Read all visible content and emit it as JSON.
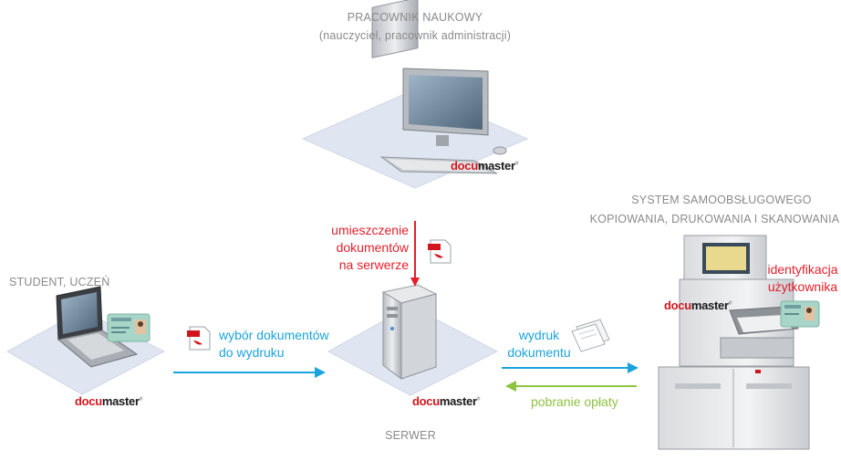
{
  "colors": {
    "red": "#e41f2b",
    "blue": "#1aa3dc",
    "green": "#8cc33f",
    "caption": "#8a8a8a",
    "platform": "#dfe6f1"
  },
  "logo": {
    "docu": "docu",
    "master": "master",
    "reg": "®"
  },
  "nodes": {
    "staff": {
      "title": "PRACOWNIK NAUKOWY",
      "subtitle": "(nauczyciel, pracownik administracji)",
      "icon": "desktop-computer-icon"
    },
    "student": {
      "title": "STUDENT, UCZEŃ",
      "icon": "laptop-icon"
    },
    "server": {
      "title": "SERWER",
      "icon": "server-tower-icon"
    },
    "kiosk": {
      "title_line1": "SYSTEM SAMOOBSŁUGOWEGO",
      "title_line2": "KOPIOWANIA, DRUKOWANIA I SKANOWANIA",
      "icon": "self-service-kiosk-icon",
      "id_line1": "identyfikacja",
      "id_line2": "użytkownika"
    }
  },
  "edges": {
    "upload": {
      "line1": "umieszczenie",
      "line2": "dokumentów",
      "line3": "na serwerze",
      "icon": "pdf-document-icon"
    },
    "select": {
      "line1": "wybór dokumentów",
      "line2": "do wydruku",
      "icon": "pdf-document-icon"
    },
    "print": {
      "line1": "wydruk",
      "line2": "dokumentu",
      "icon": "printed-pages-icon"
    },
    "payment": {
      "line1": "pobranie opłaty"
    }
  }
}
